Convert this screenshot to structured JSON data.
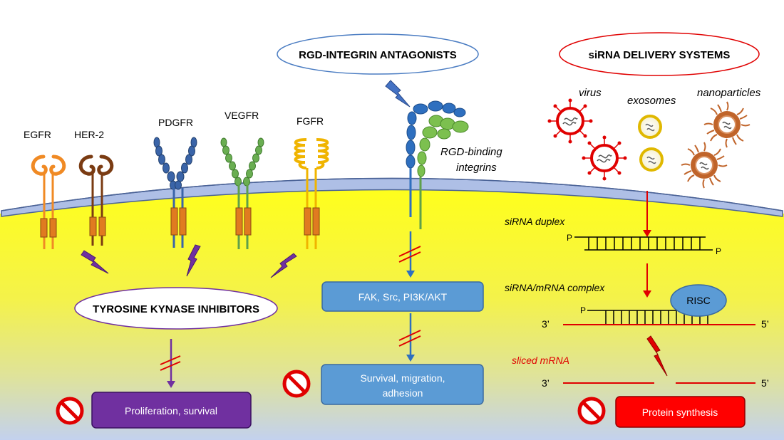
{
  "headers": {
    "rgd": "RGD-INTEGRIN ANTAGONISTS",
    "sirna": "siRNA DELIVERY SYSTEMS",
    "tki": "TYROSINE KYNASE INHIBITORS"
  },
  "receptors": {
    "egfr": "EGFR",
    "her2": "HER-2",
    "pdgfr": "PDGFR",
    "vegfr": "VEGFR",
    "fgfr": "FGFR"
  },
  "integrin": {
    "label_line1": "RGD-binding",
    "label_line2": "integrins"
  },
  "delivery": {
    "virus": "virus",
    "exosomes": "exosomes",
    "nanoparticles": "nanoparticles"
  },
  "boxes": {
    "proliferation": "Proliferation, survival",
    "fak": "FAK, Src, PI3K/AKT",
    "survival_line1": "Survival, migration,",
    "survival_line2": "adhesion",
    "protein": "Protein synthesis"
  },
  "sirna_steps": {
    "duplex": "siRNA duplex",
    "complex": "siRNA/mRNA complex",
    "sliced": "sliced mRNA",
    "risc": "RISC",
    "p": "P",
    "three_prime": "3’",
    "five_prime": "5’"
  },
  "colors": {
    "egfr": "#f08a24",
    "her2": "#7a3b12",
    "pdgfr": "#3a64a8",
    "vegfr": "#5fa04a",
    "fgfr": "#f0b400",
    "tm": "#e07b20",
    "membrane": "#aebfe6",
    "cyto_top": "#ffff1a",
    "cyto_bottom": "#c9d5ee",
    "inhibitor": "#7030a0",
    "rgd_oval": "#4a7cc2",
    "sirna_oval": "#e00000",
    "box_blue": "#5b9bd5",
    "box_purple": "#7030a0",
    "box_red": "#ff0000",
    "lightning_blue": "#4472c4"
  }
}
